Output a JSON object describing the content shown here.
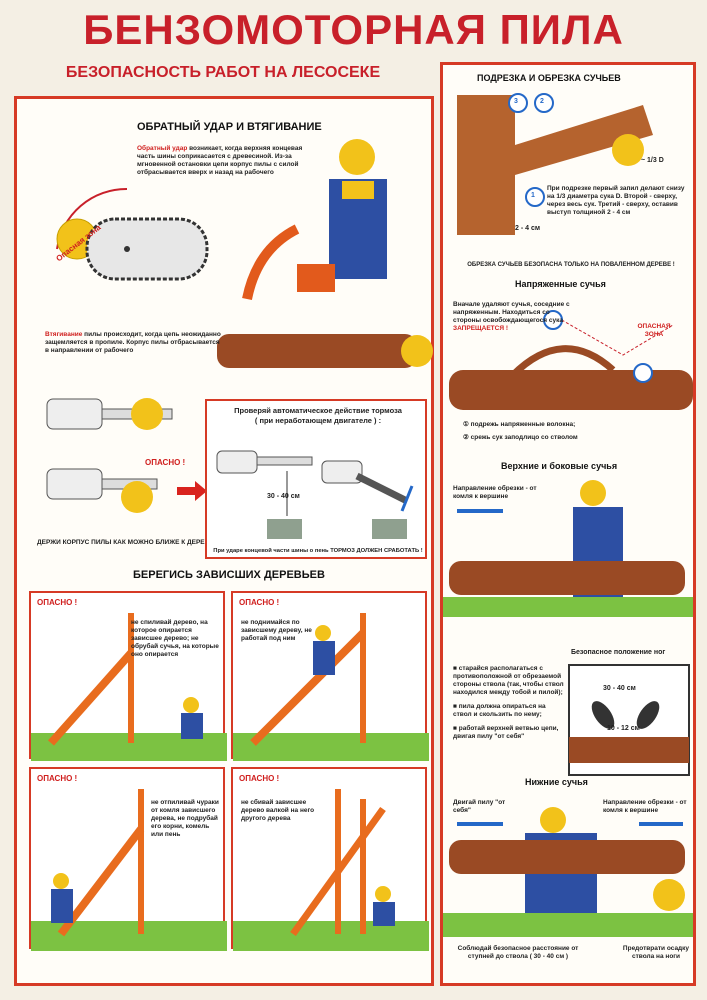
{
  "header": {
    "title": "БЕНЗОМОТОРНАЯ ПИЛА",
    "subtitle": "БЕЗОПАСНОСТЬ РАБОТ НА ЛЕСОСЕКЕ"
  },
  "kickback": {
    "title": "ОБРАТНЫЙ УДАР И ВТЯГИВАНИЕ",
    "kickback_term": "Обратный удар",
    "kickback_text": " возникает, когда верхняя концевая часть шины соприкасается с древесиной. Из-за мгновенной остановки цепи корпус пилы с силой отбрасывается вверх и назад на рабочего",
    "danger_zone": "Опасная зона",
    "pull_term": "Втягивание",
    "pull_text": " пилы происходит, когда цепь неожиданно защемляется в пропиле. Корпус пилы отбрасывается в направлении от рабочего",
    "danger_label": "ОПАСНО !",
    "hold_text": "ДЕРЖИ КОРПУС ПИЛЫ КАК МОЖНО БЛИЖЕ К ДЕРЕВУ !",
    "brake_title": "Проверяй автоматическое действие тормоза",
    "brake_sub": "( при неработающем двигателе ) :",
    "brake_distance": "30 - 40 см",
    "brake_note": "При ударе концевой части шины о пень ТОРМОЗ ДОЛЖЕН СРАБОТАТЬ !"
  },
  "hanging": {
    "title": "БЕРЕГИСЬ ЗАВИСШИХ ДЕРЕВЬЕВ",
    "panels": [
      {
        "danger": "ОПАСНО !",
        "text": "не спиливай дерево, на которое опирается зависшее дерево; не обрубай сучья, на которые оно опирается"
      },
      {
        "danger": "ОПАСНО !",
        "text": "не поднимайся по зависшему дереву, не работай под ним"
      },
      {
        "danger": "ОПАСНО !",
        "text": "не отпиливай чураки от комля зависшего дерева, не подрубай его корни, комель или пень"
      },
      {
        "danger": "ОПАСНО !",
        "text": "не сбивай зависшее дерево валкой на него другого дерева"
      }
    ]
  },
  "right": {
    "cut_title": "ПОДРЕЗКА И ОБРЕЗКА СУЧЬЕВ",
    "cut_text": "При подрезке первый запил делают снизу на 1/3 диаметра сука D. Второй - сверху, через весь сук. Третий - сверху, оставив выступ толщиной 2 - 4 см",
    "third_d": "~ 1/3 D",
    "cut_gap": "2 - 4 см",
    "cut_nums": [
      "3",
      "2",
      "1"
    ],
    "fallen_note": "ОБРЕЗКА СУЧЬЕВ БЕЗОПАСНА ТОЛЬКО НА ПОВАЛЕННОМ ДЕРЕВЕ !",
    "tense_title": "Напряженные сучья",
    "tense_text_a": "Вначале удаляют сучья, соседние с напряженным. Находиться со стороны освобождающегося сука ",
    "tense_forbidden": "ЗАПРЕЩАЕТСЯ !",
    "tense_zone": "ОПАСНАЯ ЗОНА",
    "tense_step1": "подрежь напряженные волокна;",
    "tense_step2": "срежь сук заподлицо со стволом",
    "top_title": "Верхние и боковые сучья",
    "top_direction": "Направление обрезки - от комля к вершине",
    "rules": [
      "старайся располагаться с противоположной от обрезаемой стороны ствола (так, чтобы ствол находился между тобой и пилой);",
      "пила должна опираться на ствол и скользить по нему;",
      "работай верхней ветвью цепи, двигая пилу \"от себя\""
    ],
    "feet_title": "Безопасное положение ног",
    "feet_dist1": "30 - 40 см",
    "feet_dist2": "10 - 12 см",
    "lower_title": "Нижние сучья",
    "move_saw": "Двигай пилу \"от себя\"",
    "lower_direction": "Направление обрезки - от комля к вершине",
    "keep_distance": "Соблюдай безопасное расстояние от ступней до ствола ( 30 - 40 см )",
    "prevent": "Предотврати осадку ствола на ноги"
  },
  "colors": {
    "accent": "#c8202a",
    "frame": "#d63a25",
    "worker_blue": "#2d4fa3",
    "helmet_yellow": "#f2c21a",
    "wood": "#9a4a24",
    "grass": "#7cc242"
  }
}
